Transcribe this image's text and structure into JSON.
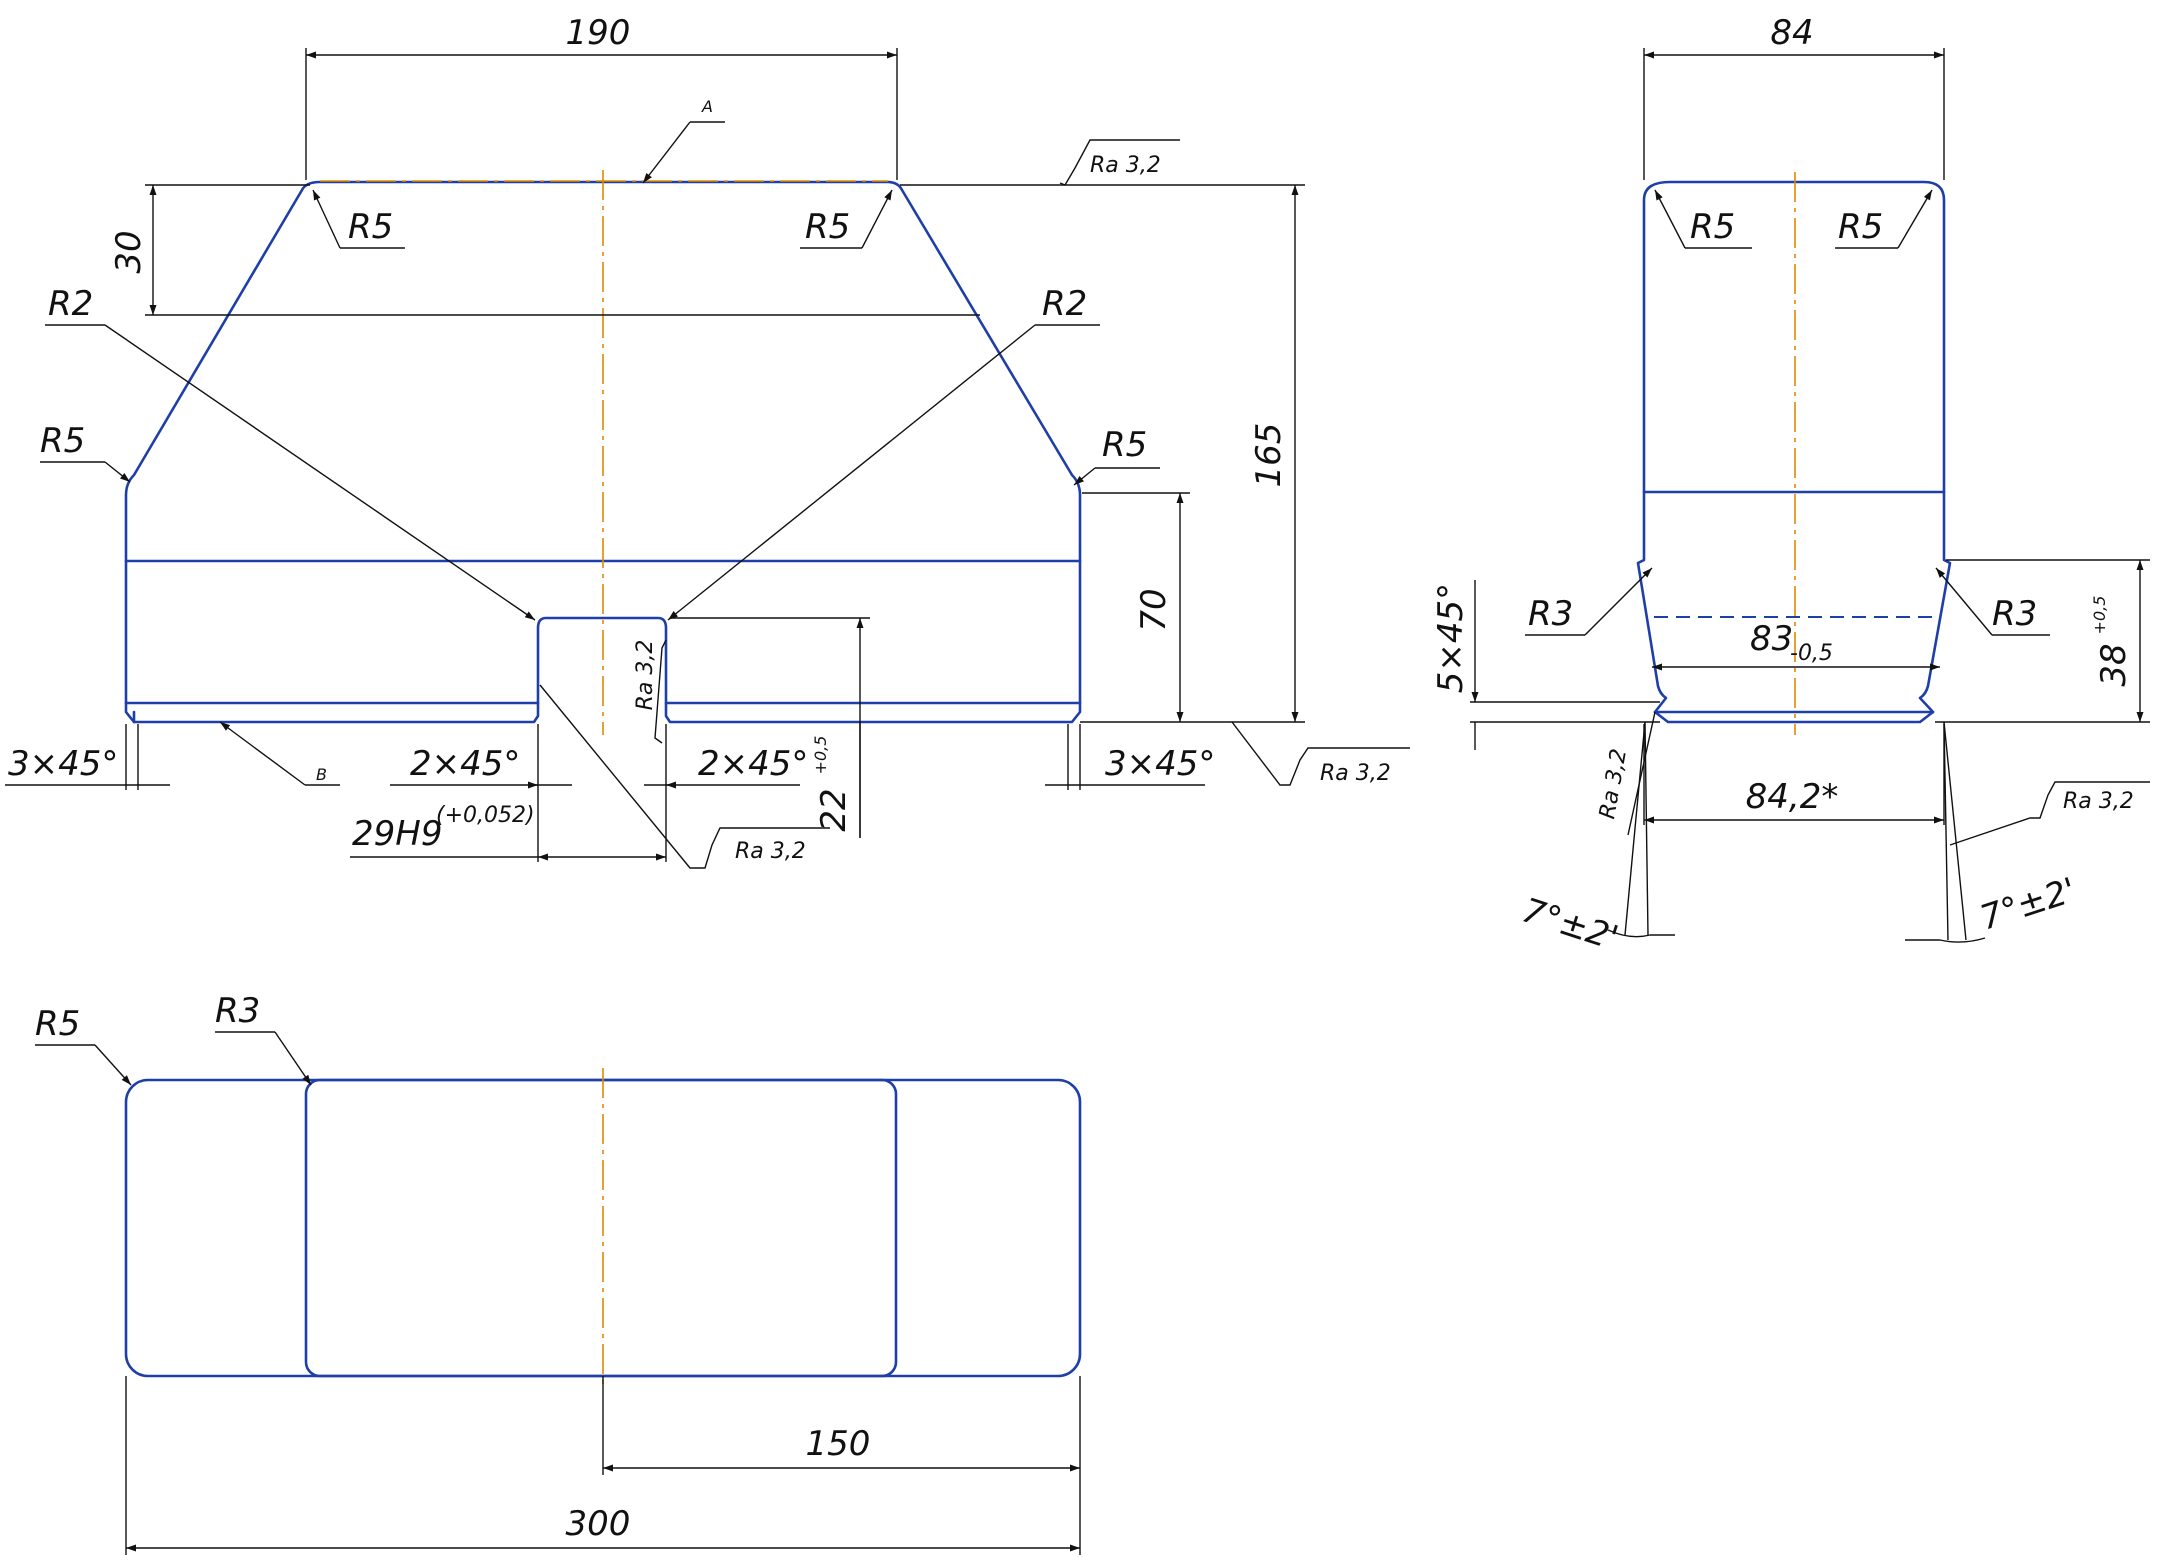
{
  "drawing": {
    "front_view": {
      "top_width": "190",
      "top_band": "30",
      "overall_height": "165",
      "body_height": "70",
      "slot_width": "29H9",
      "slot_tolerance": "(+0,052)",
      "slot_depth": "22",
      "slot_depth_tol": "+0,5",
      "chamfer_outer_left": "3×45°",
      "chamfer_outer_right": "3×45°",
      "chamfer_slot_left": "2×45°",
      "chamfer_slot_right": "2×45°",
      "radius_top_left": "R5",
      "radius_top_right": "R5",
      "radius_side_left": "R5",
      "radius_side_right": "R5",
      "radius_slot_left": "R2",
      "radius_slot_right": "R2",
      "roughness_top": "Ra 3,2",
      "roughness_bottom": "Ra 3,2",
      "roughness_slot_bottom": "Ra 3,2",
      "roughness_slot_side": "Ra 3,2",
      "surface_a": "A",
      "surface_b": "B"
    },
    "side_view": {
      "width": "84",
      "radius_top_left": "R5",
      "radius_top_right": "R5",
      "radius_left": "R3",
      "radius_right": "R3",
      "inner_width": "83",
      "inner_width_tol": "-0,5",
      "base_width": "84,2*",
      "height": "38",
      "height_tol": "+0,5",
      "chamfer": "5×45°",
      "roughness_left": "Ra 3,2",
      "roughness_right": "Ra 3,2",
      "angle_left": "7°±2'",
      "angle_right": "7°±2'"
    },
    "top_view": {
      "radius_outer": "R5",
      "radius_inner": "R3",
      "half_length": "150",
      "length": "300"
    }
  }
}
